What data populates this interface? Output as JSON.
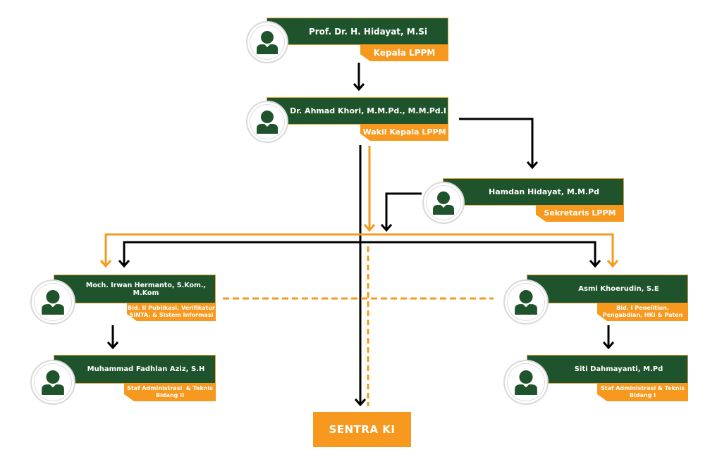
{
  "colors": {
    "green": "#1f532c",
    "orange": "#f7991f",
    "line_black": "#000000",
    "line_orange": "#f7991f"
  },
  "nodes": {
    "kepala": {
      "name": "Prof. Dr. H. Hidayat, M.Si",
      "role": "Kepala LPPM",
      "icon": "person-icon"
    },
    "wakil": {
      "name": "Dr. Ahmad Khori, M.M.Pd., M.M.Pd.I",
      "role": "Wakil Kepala LPPM",
      "icon": "person-icon"
    },
    "sekretaris": {
      "name": "Hamdan Hidayat, M.M.Pd",
      "role": "Sekretaris LPPM",
      "icon": "person-icon"
    },
    "bid2": {
      "name": "Moch. Irwan Hermanto, S.Kom., M.Kom",
      "role_line1": "Bid. II Publikasi, Verifikatur",
      "role_line2": "SINTA, & Sistem Informasi",
      "icon": "person-icon"
    },
    "bid1": {
      "name": "Asmi Khoerudin, S.E",
      "role_line1": "Bid. I Penelitian,",
      "role_line2": "Pengabdian, HKI & Paten",
      "icon": "person-icon"
    },
    "staf2": {
      "name": "Muhammad Fadhlan Aziz, S.H",
      "role_line1": "Staf Administrasi  & Teknis",
      "role_line2": "Bidang II",
      "icon": "person-icon"
    },
    "staf1": {
      "name": "Siti Dahmayanti, M.Pd",
      "role_line1": "Staf Administrasi & Teknis",
      "role_line2": "Bidang I",
      "icon": "person-icon"
    }
  },
  "sentra": {
    "label": "SENTRA KI"
  }
}
